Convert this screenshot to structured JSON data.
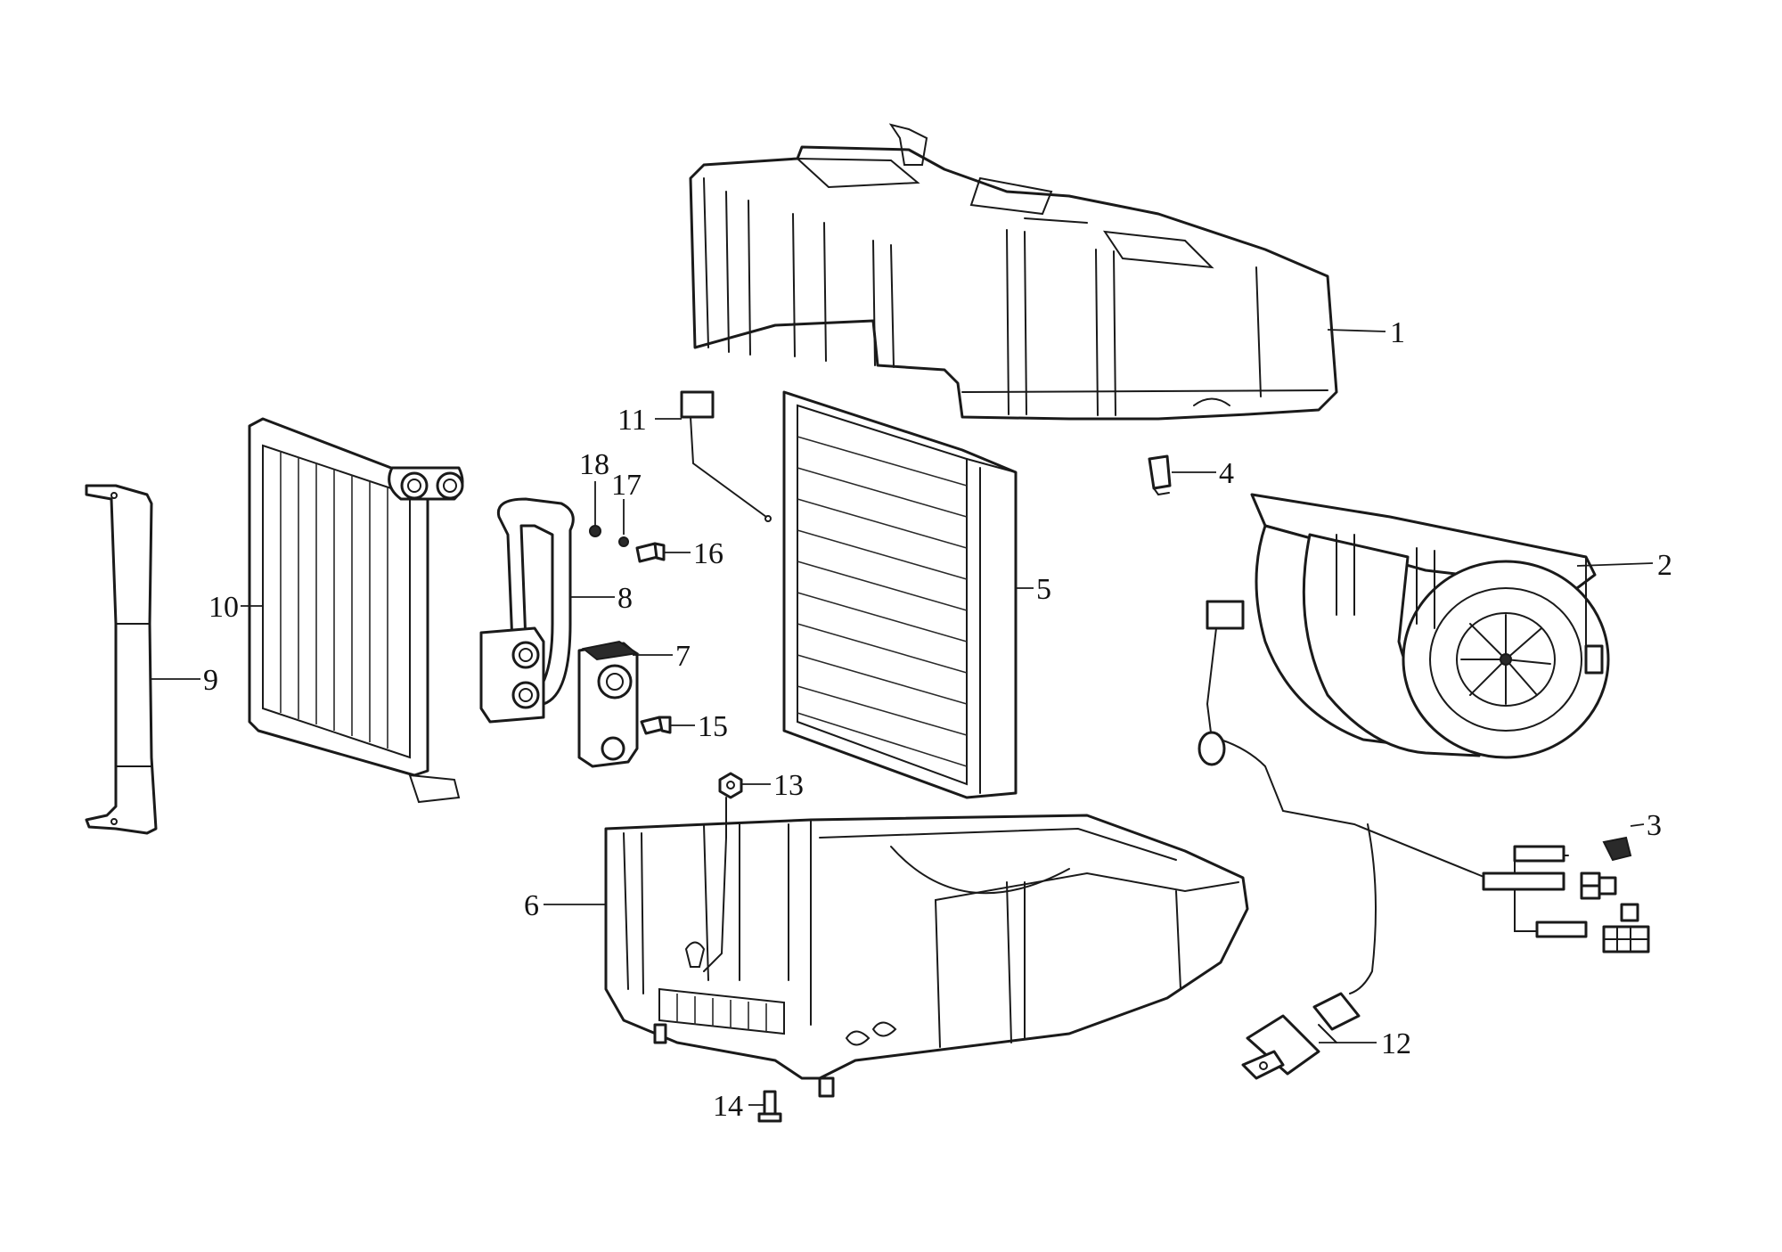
{
  "diagram": {
    "type": "exploded-parts-diagram",
    "callouts": [
      {
        "id": "1",
        "label": "1"
      },
      {
        "id": "2",
        "label": "2"
      },
      {
        "id": "3",
        "label": "3"
      },
      {
        "id": "4",
        "label": "4"
      },
      {
        "id": "5",
        "label": "5"
      },
      {
        "id": "6",
        "label": "6"
      },
      {
        "id": "7",
        "label": "7"
      },
      {
        "id": "8",
        "label": "8"
      },
      {
        "id": "9",
        "label": "9"
      },
      {
        "id": "10",
        "label": "10"
      },
      {
        "id": "11",
        "label": "11"
      },
      {
        "id": "12",
        "label": "12"
      },
      {
        "id": "13",
        "label": "13"
      },
      {
        "id": "14",
        "label": "14"
      },
      {
        "id": "15",
        "label": "15"
      },
      {
        "id": "16",
        "label": "16"
      },
      {
        "id": "17",
        "label": "17"
      },
      {
        "id": "18",
        "label": "18"
      }
    ],
    "colors": {
      "line": "#1a1a1a",
      "background": "#ffffff"
    }
  }
}
